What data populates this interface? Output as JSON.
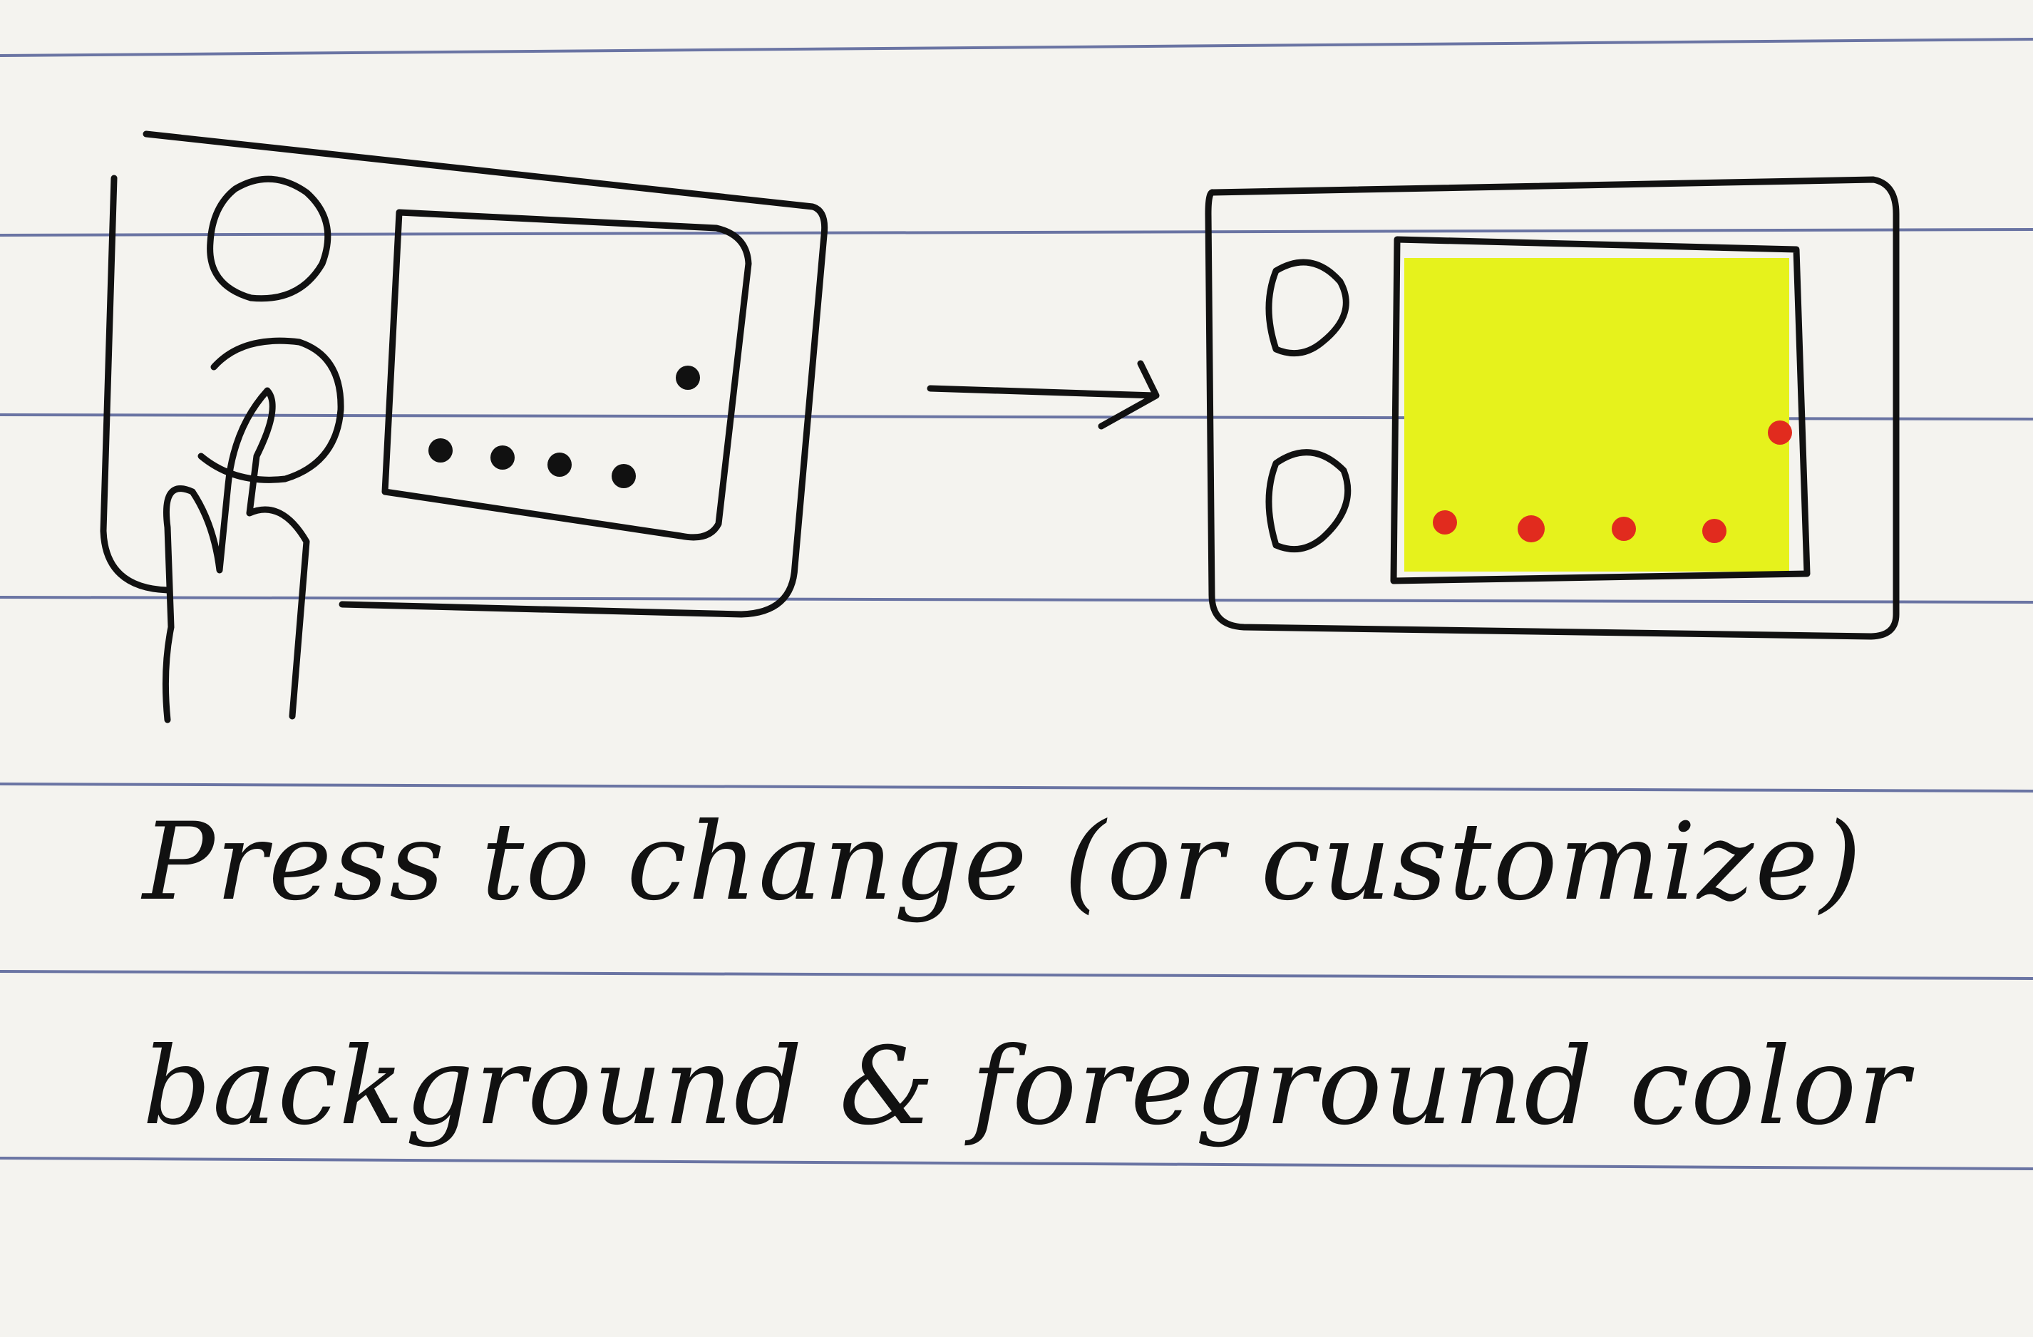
{
  "paper": {
    "background": "#f4f3ef",
    "rule_color": "#3d4a8a",
    "ink": "#111111"
  },
  "screen_before": {
    "buttons": 2,
    "dots": 5,
    "pressed_button": "bottom"
  },
  "screen_after": {
    "buttons": 2,
    "panel_color": "#e6f21c",
    "dot_color": "#e12b1e",
    "dots": 5
  },
  "caption": {
    "line1": "Press to change (or customize)",
    "line2": "background & foreground color"
  }
}
